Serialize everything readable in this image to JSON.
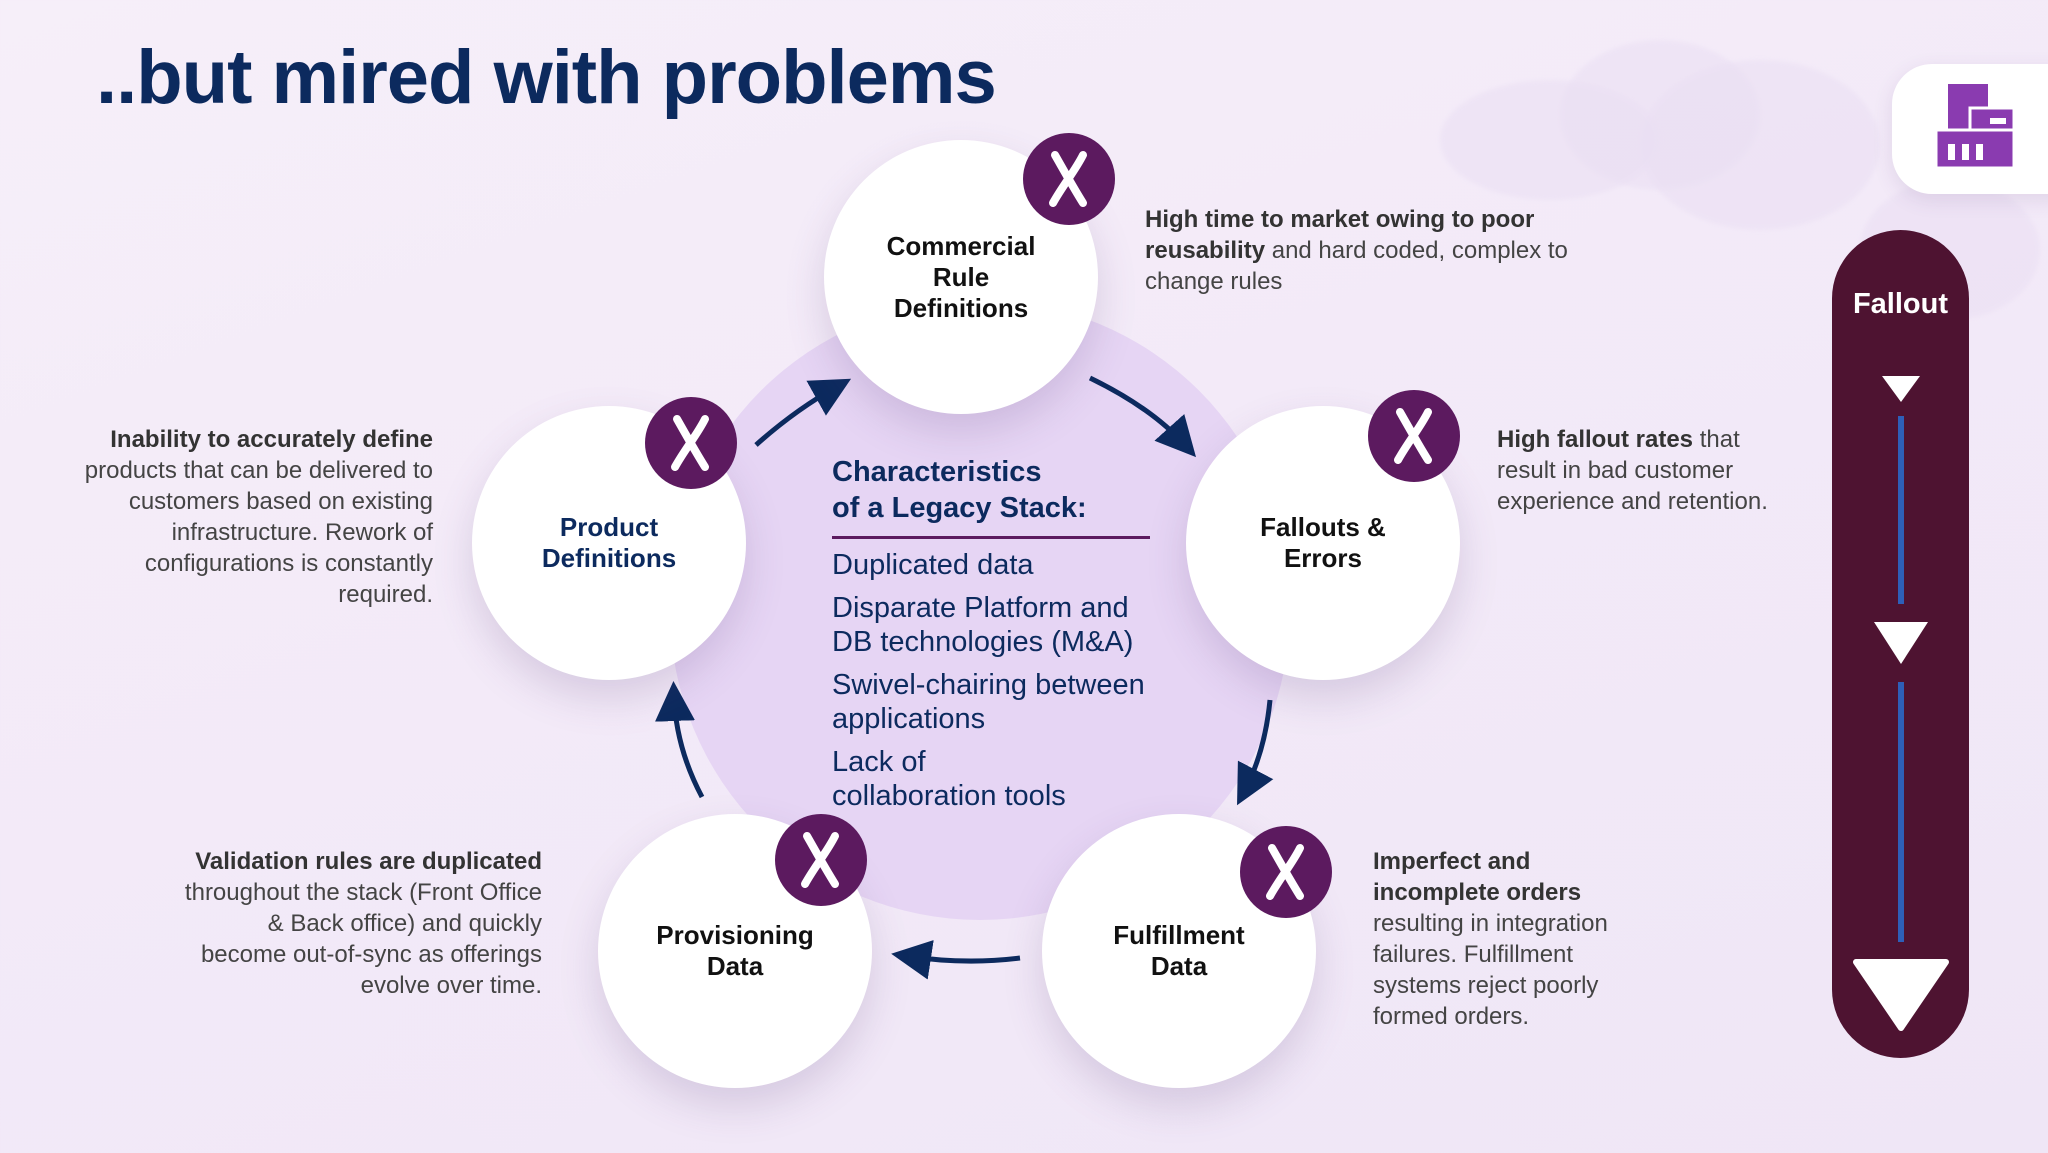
{
  "title": "..but mired with problems",
  "center": {
    "heading_line1": "Characteristics",
    "heading_line2": "of a Legacy Stack:",
    "items": [
      {
        "line1": "Duplicated data",
        "line2": ""
      },
      {
        "line1": "Disparate Platform and",
        "line2": "DB technologies (M&A)"
      },
      {
        "line1": "Swivel-chairing between",
        "line2": "applications"
      },
      {
        "line1": "Lack of",
        "line2": "collaboration tools"
      }
    ]
  },
  "nodes": {
    "commercial": {
      "line1": "Commercial",
      "line2": "Rule",
      "line3": "Definitions"
    },
    "fallouts": {
      "line1": "Fallouts &",
      "line2": "Errors"
    },
    "fulfillment": {
      "line1": "Fulfillment",
      "line2": "Data"
    },
    "provisioning": {
      "line1": "Provisioning",
      "line2": "Data"
    },
    "product": {
      "line1": "Product",
      "line2": "Definitions"
    }
  },
  "descriptions": {
    "commercial": {
      "bold": "High time to market owing to poor reusability",
      "rest": " and hard coded, complex to change rules"
    },
    "fallouts": {
      "bold": "High fallout rates",
      "rest": " that result in bad customer experience and retention."
    },
    "fulfillment": {
      "bold": "Imperfect and incomplete orders",
      "rest": " resulting in integration failures. Fulfillment systems reject poorly formed orders."
    },
    "provisioning": {
      "bold": "Validation rules are duplicated",
      "rest": " throughout the stack (Front Office & Back office) and quickly become out-of-sync as offerings evolve over time."
    },
    "product": {
      "bold": "Inability to accurately define",
      "rest": " products that can be delivered to customers based on existing infrastructure. Rework of configurations is constantly required."
    }
  },
  "fallout": {
    "label": "Fallout"
  },
  "colors": {
    "navy": "#0c2a5e",
    "plum": "#5c1a5f",
    "bar": "#4e1331",
    "disc": "#e6d5f4",
    "logo": "#8a3bb0"
  },
  "icons": {
    "badge": "x-mark-icon",
    "arrow": "curved-arrow-icon",
    "logo": "building-icon",
    "fallout": "down-triangle-icon"
  }
}
